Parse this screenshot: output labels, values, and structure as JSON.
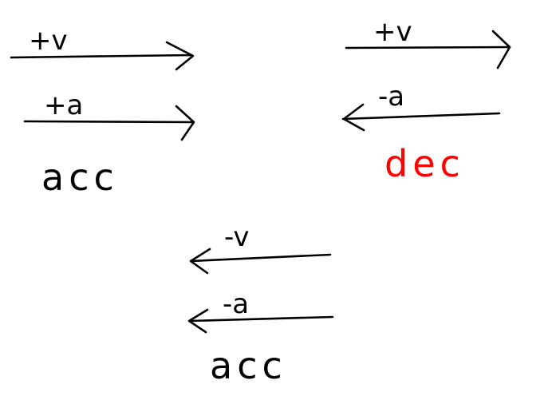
{
  "colors": {
    "ink": "#000000",
    "highlight": "#ff0000"
  },
  "groups": [
    {
      "id": "top-left",
      "velocity": {
        "label": "+v",
        "direction": "right"
      },
      "acceleration": {
        "label": "+a",
        "direction": "right"
      },
      "result": {
        "label": "acc",
        "color": "#000000"
      }
    },
    {
      "id": "top-right",
      "velocity": {
        "label": "+v",
        "direction": "right"
      },
      "acceleration": {
        "label": "-a",
        "direction": "left"
      },
      "result": {
        "label": "dec",
        "color": "#ff0000"
      }
    },
    {
      "id": "bottom",
      "velocity": {
        "label": "-v",
        "direction": "left"
      },
      "acceleration": {
        "label": "-a",
        "direction": "left"
      },
      "result": {
        "label": "acc",
        "color": "#000000"
      }
    }
  ]
}
